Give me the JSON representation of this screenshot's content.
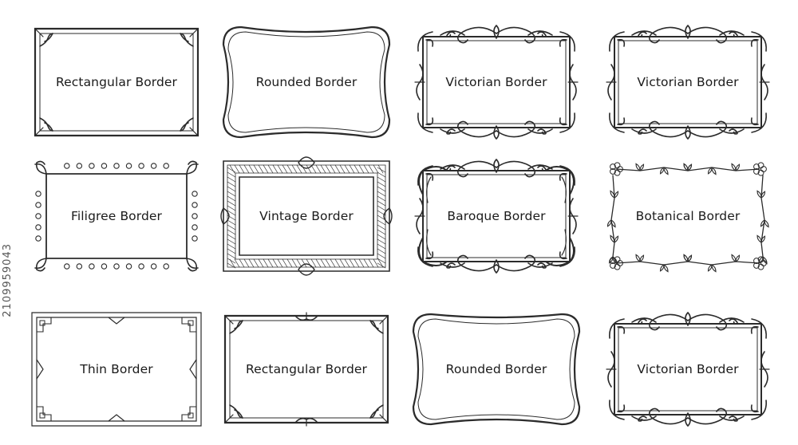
{
  "frames": [
    {
      "label": "Rectangular Border",
      "style": "rectangular"
    },
    {
      "label": "Rounded Border",
      "style": "rounded"
    },
    {
      "label": "Victorian Border",
      "style": "victorian"
    },
    {
      "label": "Victorian Border",
      "style": "victorian"
    },
    {
      "label": "Filigree Border",
      "style": "filigree"
    },
    {
      "label": "Vintage Border",
      "style": "vintage"
    },
    {
      "label": "Baroque Border",
      "style": "baroque"
    },
    {
      "label": "Botanical Border",
      "style": "botanical"
    },
    {
      "label": "Thin Border",
      "style": "thin"
    },
    {
      "label": "Rectangular Border",
      "style": "rectangular2"
    },
    {
      "label": "Rounded Border",
      "style": "rounded2"
    },
    {
      "label": "Victorian Border",
      "style": "victorian"
    }
  ],
  "stock_id": "2109959043",
  "colors": {
    "ink": "#2b2b2b",
    "background": "#ffffff"
  }
}
